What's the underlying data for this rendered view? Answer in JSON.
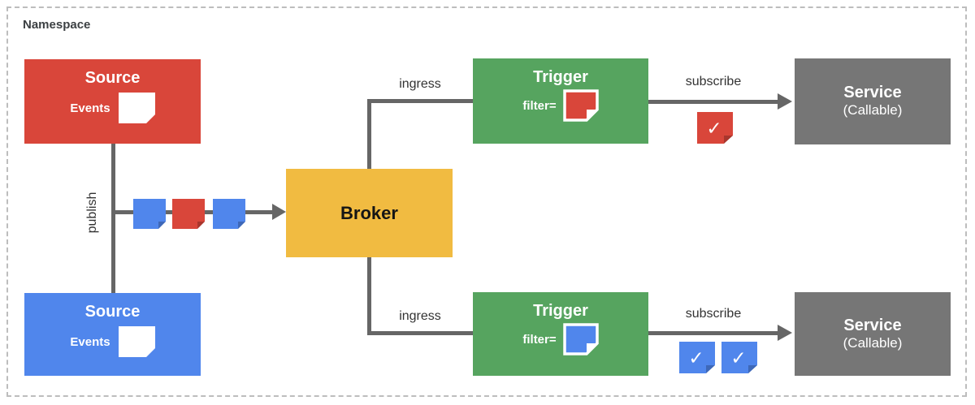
{
  "namespace_label": "Namespace",
  "colors": {
    "red": "#D9463A",
    "blue": "#5086EC",
    "green": "#56A45F",
    "yellow": "#F1BB41",
    "gray": "#767676",
    "line": "#666666",
    "border": "#BDBDBD",
    "label": "#333333",
    "title": "#3C4043"
  },
  "nodes": {
    "source_top": {
      "title": "Source",
      "events": "Events"
    },
    "source_bottom": {
      "title": "Source",
      "events": "Events"
    },
    "broker": {
      "title": "Broker"
    },
    "trigger_top": {
      "title": "Trigger",
      "filter": "filter="
    },
    "trigger_bottom": {
      "title": "Trigger",
      "filter": "filter="
    },
    "service_top": {
      "title": "Service",
      "subtitle": "(Callable)"
    },
    "service_bottom": {
      "title": "Service",
      "subtitle": "(Callable)"
    }
  },
  "labels": {
    "publish": "publish",
    "ingress_top": "ingress",
    "ingress_bottom": "ingress",
    "subscribe_top": "subscribe",
    "subscribe_bottom": "subscribe"
  },
  "glyphs": {
    "check": "✓"
  }
}
